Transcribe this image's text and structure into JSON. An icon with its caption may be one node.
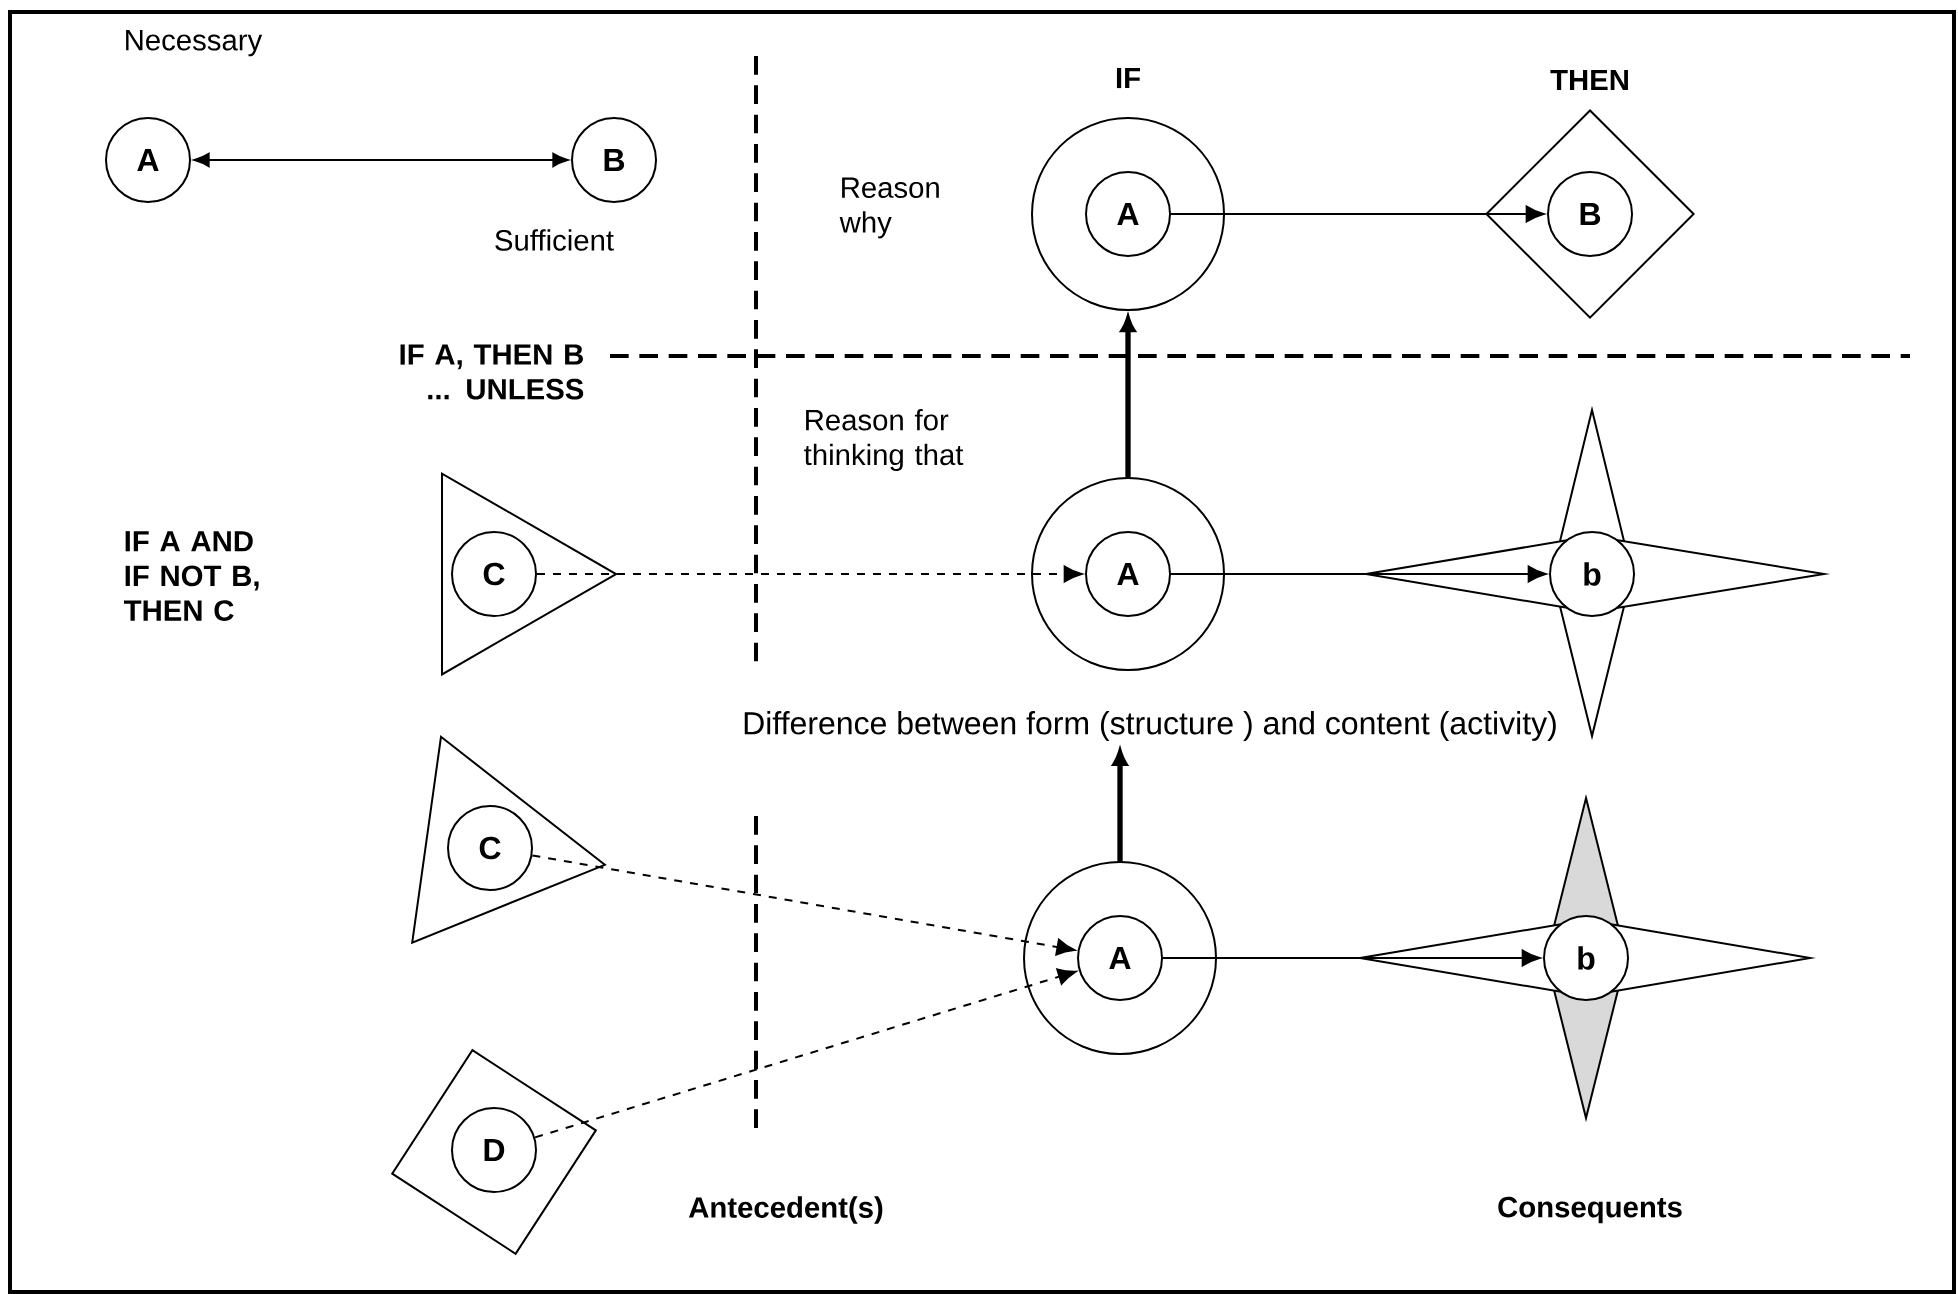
{
  "diagram": {
    "nodes": [
      {
        "text": [
          "A"
        ],
        "beside": [
          "Necessary"
        ]
      },
      {
        "text": [
          "B"
        ],
        "beside": [
          "Sufficient"
        ]
      },
      {
        "text": [
          "IF"
        ]
      },
      {
        "text": [
          "A"
        ],
        "in": 2
      },
      {
        "text": [
          "THEN"
        ]
      },
      {
        "text": [
          "B"
        ],
        "in": 4
      },
      {
        "text": [],
        "shape": "triangle"
      },
      {
        "text": [
          "C"
        ],
        "in": 6
      },
      {
        "text": [],
        "shape": "circle"
      },
      {
        "text": [
          "A"
        ],
        "in": 8
      },
      {
        "text": [],
        "shape": "star"
      },
      {
        "text": [
          "b"
        ],
        "in": 10
      },
      {
        "text": [],
        "shape": "triangle"
      },
      {
        "text": [
          "C"
        ],
        "in": 12
      },
      {
        "text": [],
        "shape": "diamond"
      },
      {
        "text": [
          "D"
        ],
        "in": 14
      },
      {
        "text": [],
        "shape": "circle"
      },
      {
        "text": [
          "A"
        ],
        "in": 16
      },
      {
        "text": [],
        "shape": "star"
      },
      {
        "text": [
          "b"
        ],
        "in": 18
      },
      {
        "text": [
          "Difference between form (structure ) and content (activity)"
        ]
      }
    ],
    "edges": [
      {
        "from": 0,
        "to": 1,
        "arrow": "both"
      },
      {
        "from": 3,
        "to": 5,
        "arrow": "to"
      },
      {
        "from": 8,
        "to": 2,
        "arrow": "to",
        "style": "thick"
      },
      {
        "from": 7,
        "to": 9,
        "arrow": "to",
        "style": "dashed"
      },
      {
        "from": 9,
        "to": 11,
        "arrow": "to"
      },
      {
        "from": 13,
        "to": 17,
        "arrow": "to",
        "style": "dashed"
      },
      {
        "from": 15,
        "to": 17,
        "arrow": "to",
        "style": "dashed"
      },
      {
        "from": 17,
        "to": 19,
        "arrow": "to"
      },
      {
        "from": 16,
        "to": 20,
        "arrow": "to",
        "style": "thick"
      }
    ],
    "labels": [
      "Reason why",
      "IF A, THEN B ... UNLESS",
      "Reason for thinking that",
      "IF A AND IF NOT B, THEN C",
      "Antecedent(s)",
      "Consequents"
    ]
  }
}
